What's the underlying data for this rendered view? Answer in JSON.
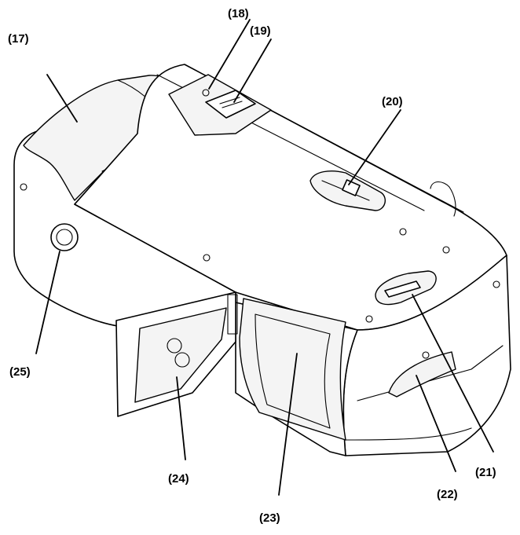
{
  "diagram": {
    "callouts": [
      {
        "id": "17",
        "label": "(17)",
        "part": "grip-housing"
      },
      {
        "id": "18",
        "label": "(18)",
        "part": "top-indicator-dot"
      },
      {
        "id": "19",
        "label": "(19)",
        "part": "top-button"
      },
      {
        "id": "20",
        "label": "(20)",
        "part": "slide-switch"
      },
      {
        "id": "21",
        "label": "(21)",
        "part": "side-slide-switch"
      },
      {
        "id": "22",
        "label": "(22)",
        "part": "dial"
      },
      {
        "id": "23",
        "label": "(23)",
        "part": "battery-compartment"
      },
      {
        "id": "24",
        "label": "(24)",
        "part": "battery-cover"
      },
      {
        "id": "25",
        "label": "(25)",
        "part": "tripod-socket"
      }
    ]
  }
}
